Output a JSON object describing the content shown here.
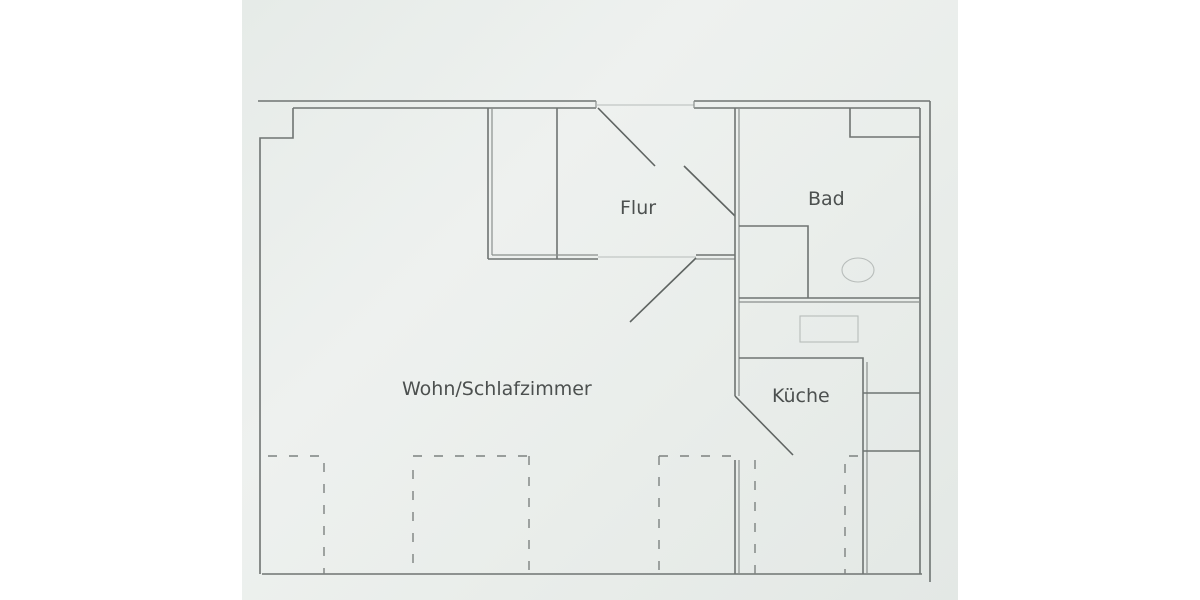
{
  "plan": {
    "rooms": [
      {
        "id": "flur",
        "label": "Flur"
      },
      {
        "id": "bad",
        "label": "Bad"
      },
      {
        "id": "wohn",
        "label": "Wohn/Schlafzimmer"
      },
      {
        "id": "kueche",
        "label": "Küche"
      }
    ]
  },
  "colors": {
    "background": "#ffffff",
    "paper": "#e9edea",
    "lines": "#6f7472",
    "text": "#4c504f"
  }
}
